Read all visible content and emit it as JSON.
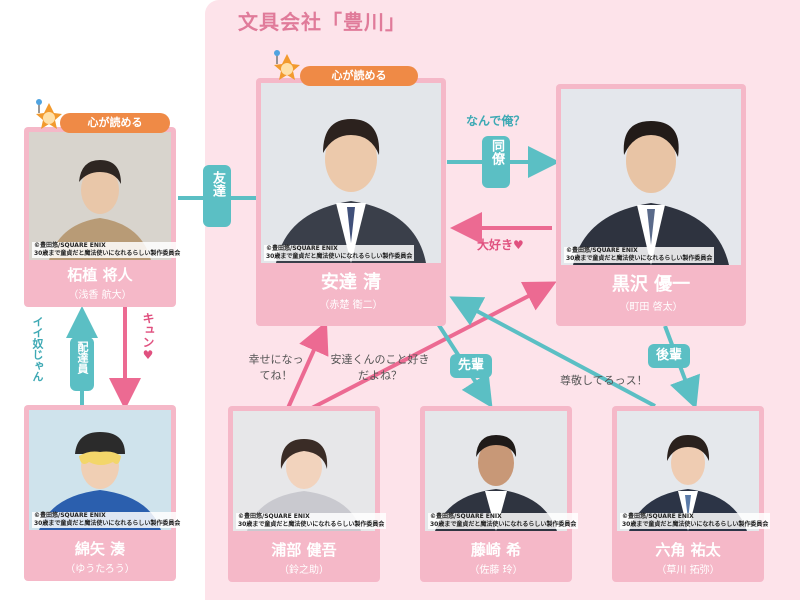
{
  "company": {
    "title": "文具会社「豊川」"
  },
  "badge_text": "心が読める",
  "colors": {
    "teal": "#5bbfc4",
    "pink": "#ec6a92",
    "card": "#f5b8c8",
    "company_bg": "#fde3ea",
    "badge": "#ef8a46"
  },
  "people": {
    "tsuge": {
      "name": "柘植 将人",
      "actor": "（浅香 航大）",
      "credit1": "©豊田悠/SQUARE ENIX",
      "credit2": "30歳まで童貞だと魔法使いになれるらしい製作委員会"
    },
    "adachi": {
      "name": "安達 清",
      "actor": "（赤楚 衛二）",
      "credit1": "©豊田悠/SQUARE ENIX",
      "credit2": "30歳まで童貞だと魔法使いになれるらしい製作委員会"
    },
    "kurosawa": {
      "name": "黒沢 優一",
      "actor": "（町田 啓太）",
      "credit1": "©豊田悠/SQUARE ENIX",
      "credit2": "30歳まで童貞だと魔法使いになれるらしい製作委員会"
    },
    "wataya": {
      "name": "綿矢 湊",
      "actor": "（ゆうたろう）",
      "credit1": "©豊田悠/SQUARE ENIX",
      "credit2": "30歳まで童貞だと魔法使いになれるらしい製作委員会"
    },
    "urabe": {
      "name": "浦部 健吾",
      "actor": "（鈴之助）",
      "credit1": "©豊田悠/SQUARE ENIX",
      "credit2": "30歳まで童貞だと魔法使いになれるらしい製作委員会"
    },
    "fujisaki": {
      "name": "藤崎 希",
      "actor": "（佐藤 玲）",
      "credit1": "©豊田悠/SQUARE ENIX",
      "credit2": "30歳まで童貞だと魔法使いになれるらしい製作委員会"
    },
    "rokkaku": {
      "name": "六角 祐太",
      "actor": "（草川 拓弥）",
      "credit1": "©豊田悠/SQUARE ENIX",
      "credit2": "30歳まで童貞だと魔法使いになれるらしい製作委員会"
    }
  },
  "relations": {
    "tomodachi": "友達",
    "doryo": "同僚",
    "nande_ore": "なんで俺？",
    "daisuki": "大好き♥",
    "haitatsuin": "配達員",
    "ii_yatsu": "イイ奴じゃん",
    "kyun": "キュン♥",
    "shiawase": "幸せになってね！",
    "suki_dayone": "安達くんのこと好きだよね？",
    "senpai": "先輩",
    "sonkei": "尊敬してるっス！",
    "kohai": "後輩"
  }
}
